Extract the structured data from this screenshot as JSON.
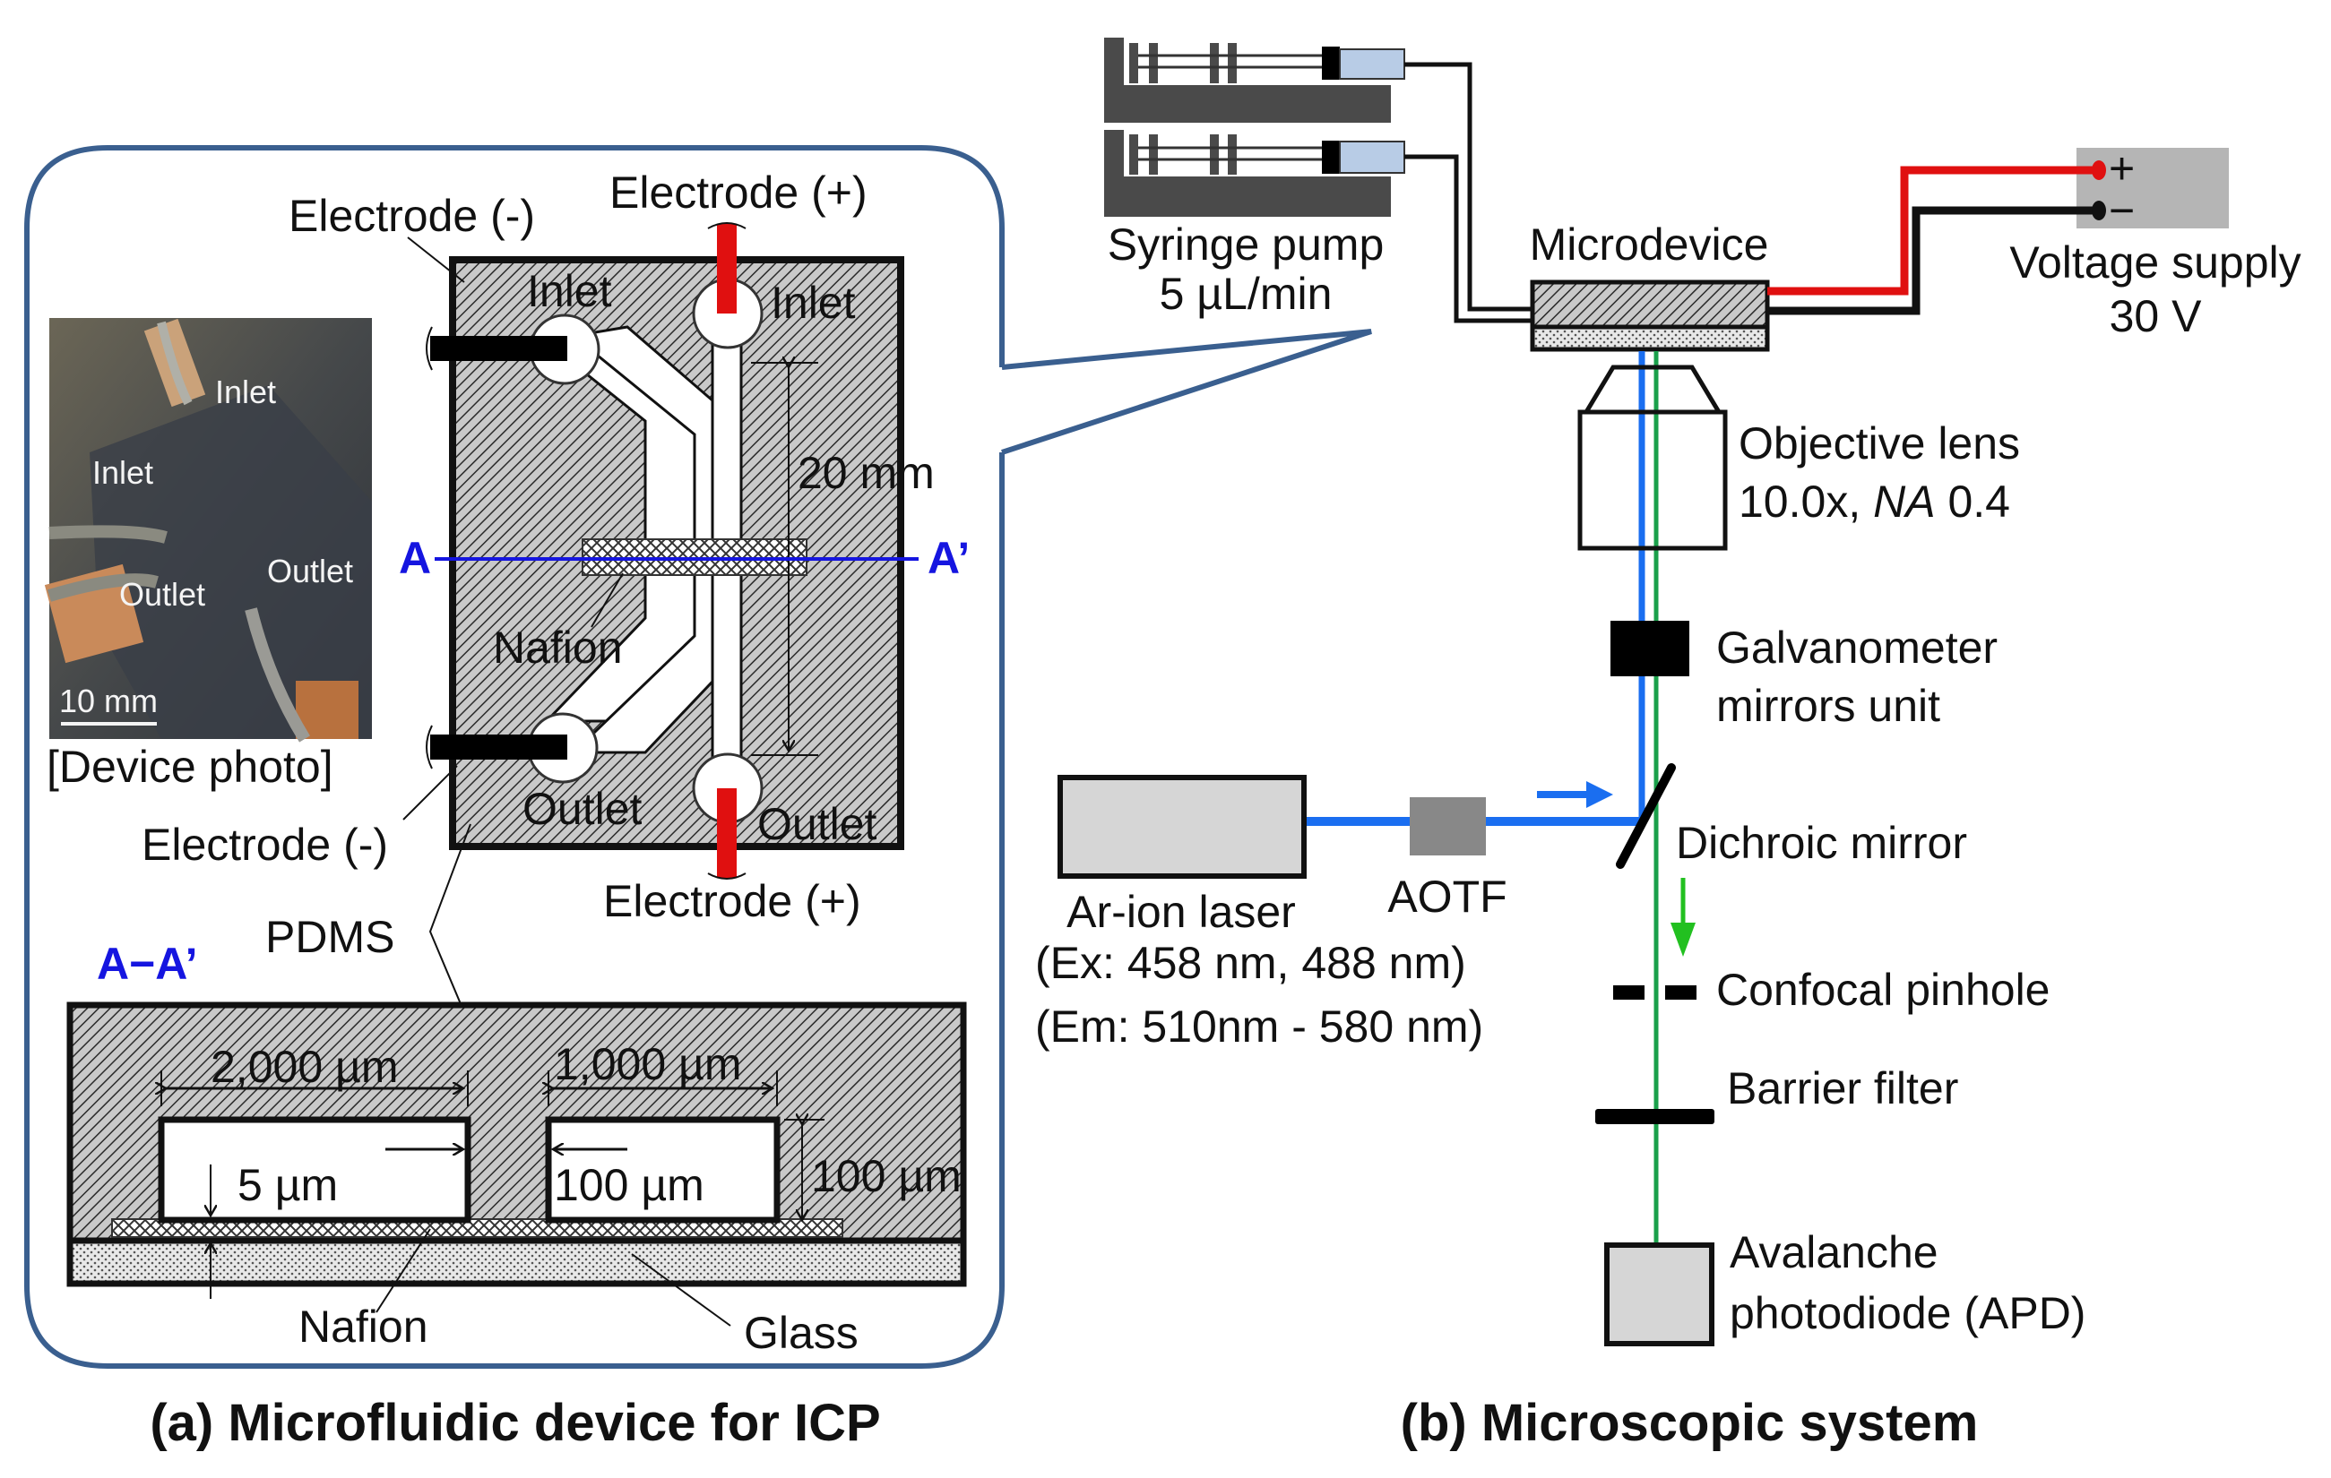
{
  "panel_a": {
    "title": "(a) Microfluidic device for ICP",
    "photo": {
      "caption": "[Device photo]",
      "labels": [
        "Inlet",
        "Inlet",
        "Outlet",
        "Outlet"
      ],
      "scale_bar": "10 mm"
    },
    "top_view": {
      "electrode_neg_top": "Electrode (-)",
      "electrode_pos_top": "Electrode (+)",
      "electrode_neg_bottom": "Electrode (-)",
      "electrode_pos_bottom": "Electrode (+)",
      "inlet_left": "Inlet",
      "inlet_right": "Inlet",
      "outlet_left": "Outlet",
      "outlet_right": "Outlet",
      "length": "20 mm",
      "nafion": "Nafion",
      "section_a": "A",
      "section_a_prime": "A’",
      "pdms": "PDMS"
    },
    "cross_section": {
      "heading": "A−A’",
      "width_left": "2,000 µm",
      "width_right": "1,000 µm",
      "nafion_thickness": "5 µm",
      "gap": "100 µm",
      "depth": "100 µm",
      "nafion": "Nafion",
      "glass": "Glass"
    }
  },
  "panel_b": {
    "title": "(b) Microscopic system",
    "syringe_pump": [
      "Syringe pump",
      "5 µL/min"
    ],
    "microdevice": "Microdevice",
    "voltage_supply": [
      "Voltage supply",
      "30 V"
    ],
    "voltage_plus": "+",
    "voltage_minus": "−",
    "objective": [
      "Objective lens",
      "10.0x, ",
      "NA",
      " 0.4"
    ],
    "galvo": [
      "Galvanometer",
      "mirrors unit"
    ],
    "laser": "Ar-ion laser",
    "aotf": "AOTF",
    "excitation": "(Ex: 458 nm, 488 nm)",
    "emission": "(Em: 510nm - 580 nm)",
    "dichroic": "Dichroic mirror",
    "pinhole": "Confocal pinhole",
    "barrier": "Barrier filter",
    "apd": [
      "Avalanche",
      "photodiode (APD)"
    ]
  },
  "colors": {
    "frame": "#3a5f8f",
    "excitation_beam": "#1a6ef0",
    "emission_beam": "#1aa04a",
    "emission_arrow": "#22c020",
    "electrode_pos": "#e01010",
    "section_line": "#1515e0",
    "syringe_liquid": "#b8cce6",
    "pump_body": "#4a4a4a",
    "voltage_box": "#b5b5b5",
    "laser_box": "#d6d6d6",
    "aotf_box": "#888888"
  }
}
